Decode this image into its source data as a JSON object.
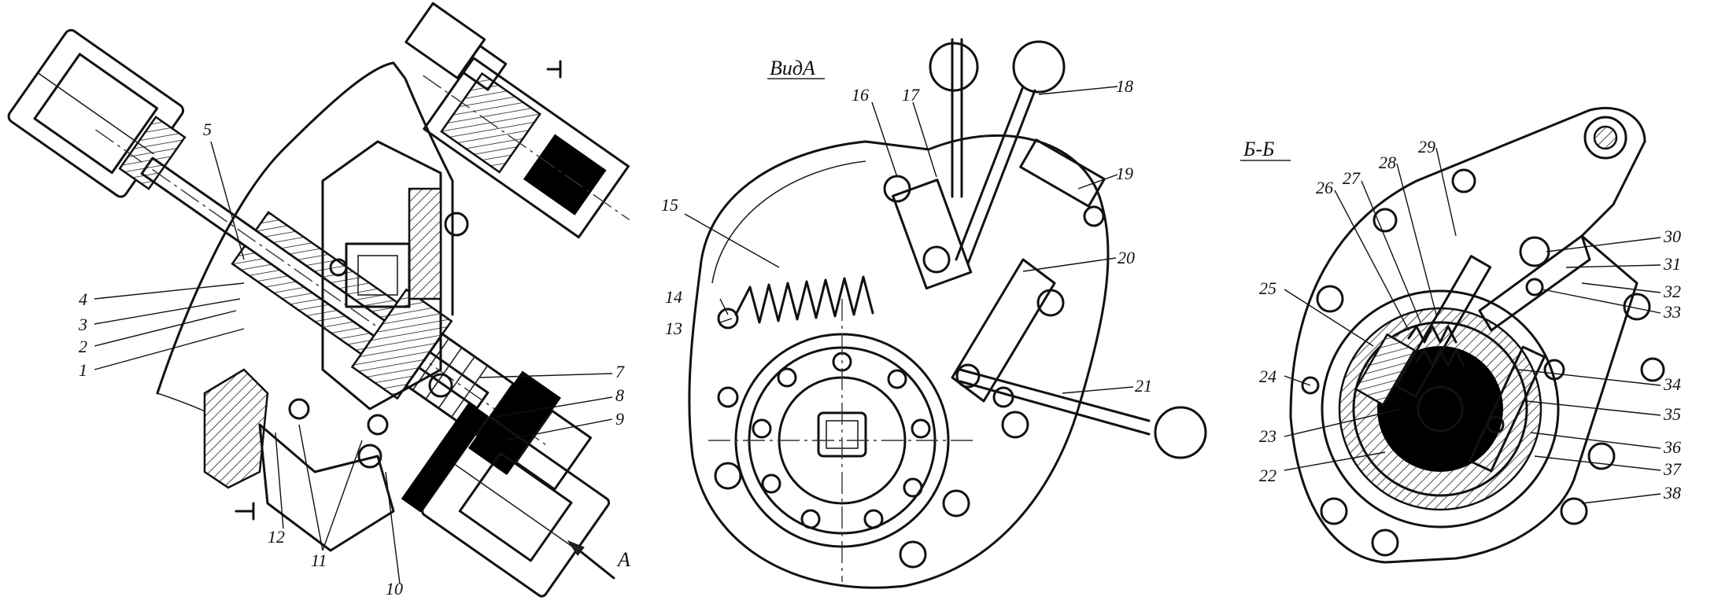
{
  "views": {
    "left": {
      "labels": [
        "1",
        "2",
        "3",
        "4",
        "5",
        "7",
        "8",
        "9",
        "10",
        "11",
        "12"
      ],
      "arrow_label": "A"
    },
    "middle": {
      "title": "ВидА",
      "labels": [
        "13",
        "14",
        "15",
        "16",
        "17",
        "18",
        "19",
        "20",
        "21"
      ]
    },
    "right": {
      "title": "Б-Б",
      "labels": [
        "22",
        "23",
        "24",
        "25",
        "26",
        "27",
        "28",
        "29",
        "30",
        "31",
        "32",
        "33",
        "34",
        "35",
        "36",
        "37",
        "38"
      ]
    }
  }
}
